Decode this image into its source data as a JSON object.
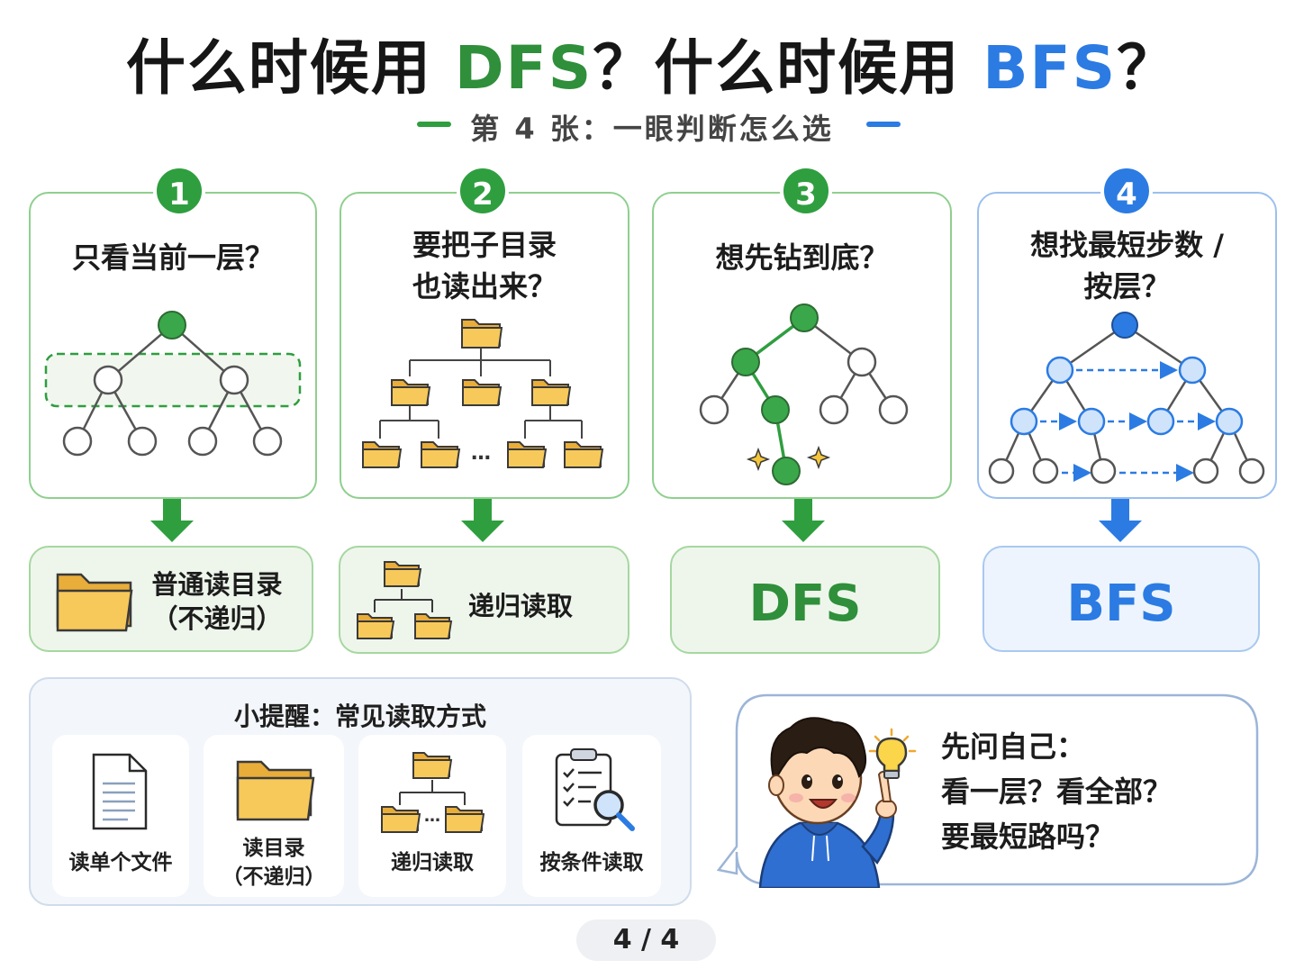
{
  "title": {
    "part1": "什么时候用 ",
    "dfs": "DFS",
    "part2": "？什么时候用 ",
    "bfs": "BFS",
    "part3": "？"
  },
  "subtitle": "第 4 张：一眼判断怎么选",
  "colors": {
    "green": "#2f9e3f",
    "blue": "#2b7be3",
    "folder": "#f7c95a"
  },
  "cards": [
    {
      "number": "1",
      "question": [
        "只看当前一层？"
      ],
      "result_lines": [
        "普通读目录",
        "（不递归）"
      ],
      "icon": "folder-icon"
    },
    {
      "number": "2",
      "question": [
        "要把子目录",
        "也读出来？"
      ],
      "result_lines": [
        "递归读取"
      ],
      "icon": "folder-tree-icon"
    },
    {
      "number": "3",
      "question": [
        "想先钻到底？"
      ],
      "result": "DFS",
      "icon": "sparkle-icon"
    },
    {
      "number": "4",
      "question": [
        "想找最短步数 /",
        "按层？"
      ],
      "result": "BFS",
      "icon": "tree-icon"
    }
  ],
  "tree_ellipsis": "…",
  "tips": {
    "title": "小提醒：常见读取方式",
    "items": [
      {
        "lines": [
          "读单个文件"
        ],
        "icon": "document-icon"
      },
      {
        "lines": [
          "读目录",
          "（不递归）"
        ],
        "icon": "folder-icon"
      },
      {
        "lines": [
          "递归读取"
        ],
        "icon": "folder-tree-icon"
      },
      {
        "lines": [
          "按条件读取"
        ],
        "icon": "clipboard-search-icon"
      }
    ]
  },
  "bubble": {
    "lines": [
      "先问自己：",
      "看一层？看全部？",
      "要最短路吗？"
    ]
  },
  "pager": "4 / 4"
}
